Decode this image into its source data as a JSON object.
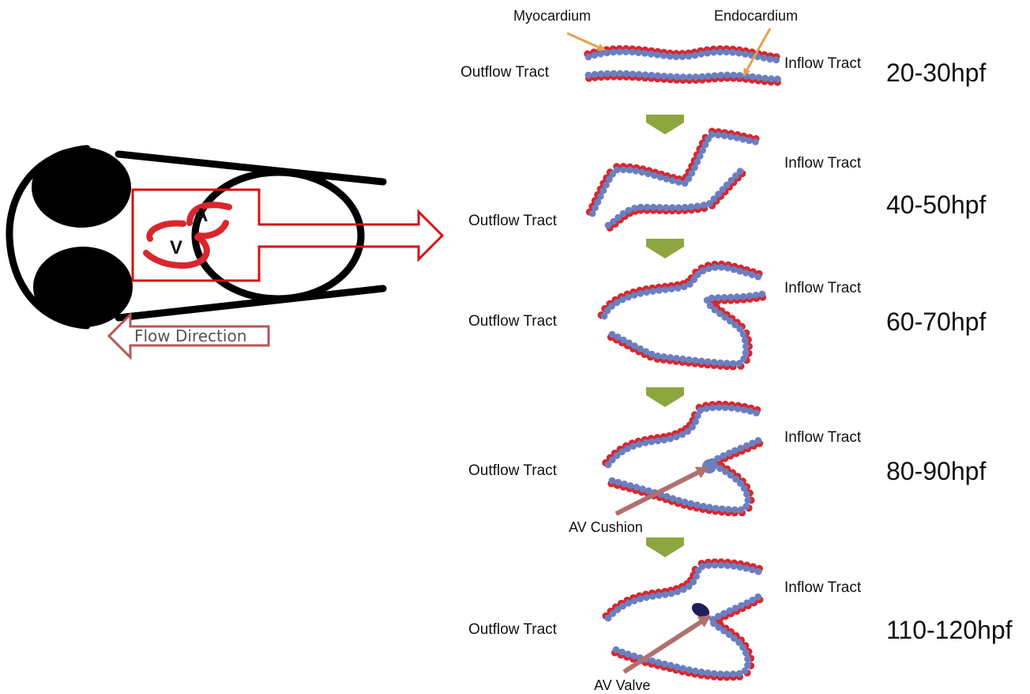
{
  "fish": {
    "atrium_label": "A",
    "ventricle_label": "V",
    "flow_label": "Flow Direction"
  },
  "stages": [
    {
      "time": "20-30hpf",
      "outflow": "Outflow Tract",
      "inflow": "Inflow Tract"
    },
    {
      "time": "40-50hpf",
      "outflow": "Outflow Tract",
      "inflow": "Inflow Tract"
    },
    {
      "time": "60-70hpf",
      "outflow": "Outflow Tract",
      "inflow": "Inflow Tract"
    },
    {
      "time": "80-90hpf",
      "outflow": "Outflow Tract",
      "inflow": "Inflow Tract"
    },
    {
      "time": "110-120hpf",
      "outflow": "Outflow Tract",
      "inflow": "Inflow Tract"
    }
  ],
  "annotations": {
    "myocardium": "Myocardium",
    "endocardium": "Endocardium",
    "av_cushion": "AV Cushion",
    "av_valve": "AV Valve"
  },
  "colors": {
    "myocardium": "#d9262e",
    "endocardium": "#6b7fc0",
    "stage_arrow": "#8fa640",
    "pointer_orange": "#e9a04a",
    "pointer_brown": "#b07070",
    "highlight_box": "#d81010",
    "valve": "#1e1e5a"
  }
}
